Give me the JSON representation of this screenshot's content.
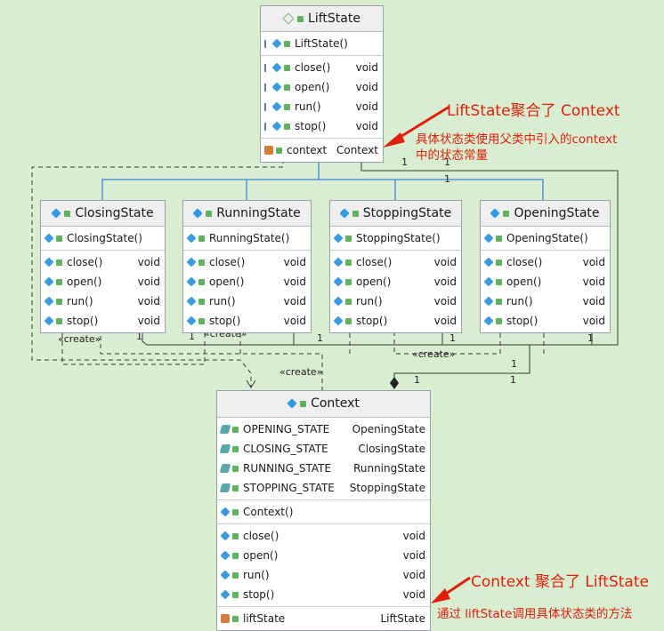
{
  "lift_state": {
    "title": "LiftState",
    "constructor": "LiftState()",
    "methods": [
      {
        "name": "close()",
        "type": "void"
      },
      {
        "name": "open()",
        "type": "void"
      },
      {
        "name": "run()",
        "type": "void"
      },
      {
        "name": "stop()",
        "type": "void"
      }
    ],
    "field": {
      "name": "context",
      "type": "Context"
    }
  },
  "states": [
    {
      "title": "ClosingState",
      "constructor": "ClosingState()"
    },
    {
      "title": "RunningState",
      "constructor": "RunningState()"
    },
    {
      "title": "StoppingState",
      "constructor": "StoppingState()"
    },
    {
      "title": "OpeningState",
      "constructor": "OpeningState()"
    }
  ],
  "state_methods": [
    {
      "name": "close()",
      "type": "void"
    },
    {
      "name": "open()",
      "type": "void"
    },
    {
      "name": "run()",
      "type": "void"
    },
    {
      "name": "stop()",
      "type": "void"
    }
  ],
  "context": {
    "title": "Context",
    "constants": [
      {
        "name": "OPENING_STATE",
        "type": "OpeningState"
      },
      {
        "name": "CLOSING_STATE",
        "type": "ClosingState"
      },
      {
        "name": "RUNNING_STATE",
        "type": "RunningState"
      },
      {
        "name": "STOPPING_STATE",
        "type": "StoppingState"
      }
    ],
    "constructor": "Context()",
    "methods": [
      {
        "name": "close()",
        "type": "void"
      },
      {
        "name": "open()",
        "type": "void"
      },
      {
        "name": "run()",
        "type": "void"
      },
      {
        "name": "stop()",
        "type": "void"
      }
    ],
    "field": {
      "name": "liftState",
      "type": "LiftState"
    }
  },
  "labels": {
    "create": "«create»",
    "one": "1"
  },
  "annotations": {
    "liftstate_aggregates": "LiftState聚合了 Context",
    "liftstate_note_line1": "具体状态类使用父类中引入的context",
    "liftstate_note_line2": "中的状态常量",
    "context_aggregates": "Context 聚合了 LiftState",
    "context_note": "通过 liftState调用具体状态类的方法"
  },
  "colors": {
    "background": "#d9eed0",
    "inheritance_line": "#3f7fe0",
    "annotation_red": "#e01e0c"
  }
}
